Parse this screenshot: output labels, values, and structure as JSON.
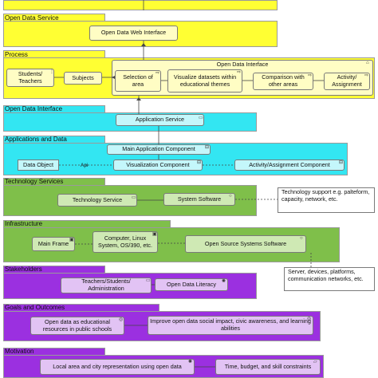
{
  "colors": {
    "strategy_fill": "#ffff33",
    "application_fill": "#33e6f2",
    "technology_fill": "#7fbf4a",
    "motivation_fill": "#9b30e0",
    "box_yellow": "#fffdc4",
    "box_cyan": "#c4f7fb",
    "box_green": "#cfe9b4",
    "box_purple": "#e2c3f4"
  },
  "layers": {
    "open_data_service": {
      "title": "Open Data Service",
      "web_interface": "Open Data Web Interface"
    },
    "process": {
      "title": "Process",
      "group_title": "Open Data Interface",
      "students_teachers": "Students/ Teachers",
      "subjects": "Subjects",
      "selection": "Selection of area",
      "visualize": "Visualize datasets within educational themes",
      "comparison": "Comparison with other areas",
      "activity": "Activity/ Assignment"
    },
    "open_data_interface": {
      "title": "Open Data Interface",
      "application_service": "Application Service"
    },
    "applications_data": {
      "title": "Applications and Data",
      "main_component": "Main Application Component",
      "data_object": "Data Object",
      "api_label": "Api",
      "visualization_component": "Visualization Component",
      "activity_component": "Activity/Assignment Component"
    },
    "technology_services": {
      "title": "Technology Services",
      "technology_service": "Technology Service",
      "system_software": "System Software",
      "note": "Technology support e.g. palteform, capacity, network, etc."
    },
    "infrastructure": {
      "title": "Infrastructure",
      "main_frame": "Main Frame",
      "computer": "Computer, Linux System, OS/390, etc.",
      "open_source": "Open Source Systems Software",
      "note": "Server, devices, platforms, communication networks, etc."
    },
    "stakeholders": {
      "title": "Stakeholders",
      "teachers": "Teachers/Students/ Administration",
      "literacy": "Open Data Literacy"
    },
    "goals": {
      "title": "Goals and Outcomes",
      "educational": "Open data as educational resources in public schools",
      "impact": "Improve open data social impact, civic awareness, and learning abilities"
    },
    "motivation": {
      "title": "Motivation",
      "local_area": "Local area and city representation using open data",
      "constraints": "Time, budget, and skill constraints"
    }
  }
}
